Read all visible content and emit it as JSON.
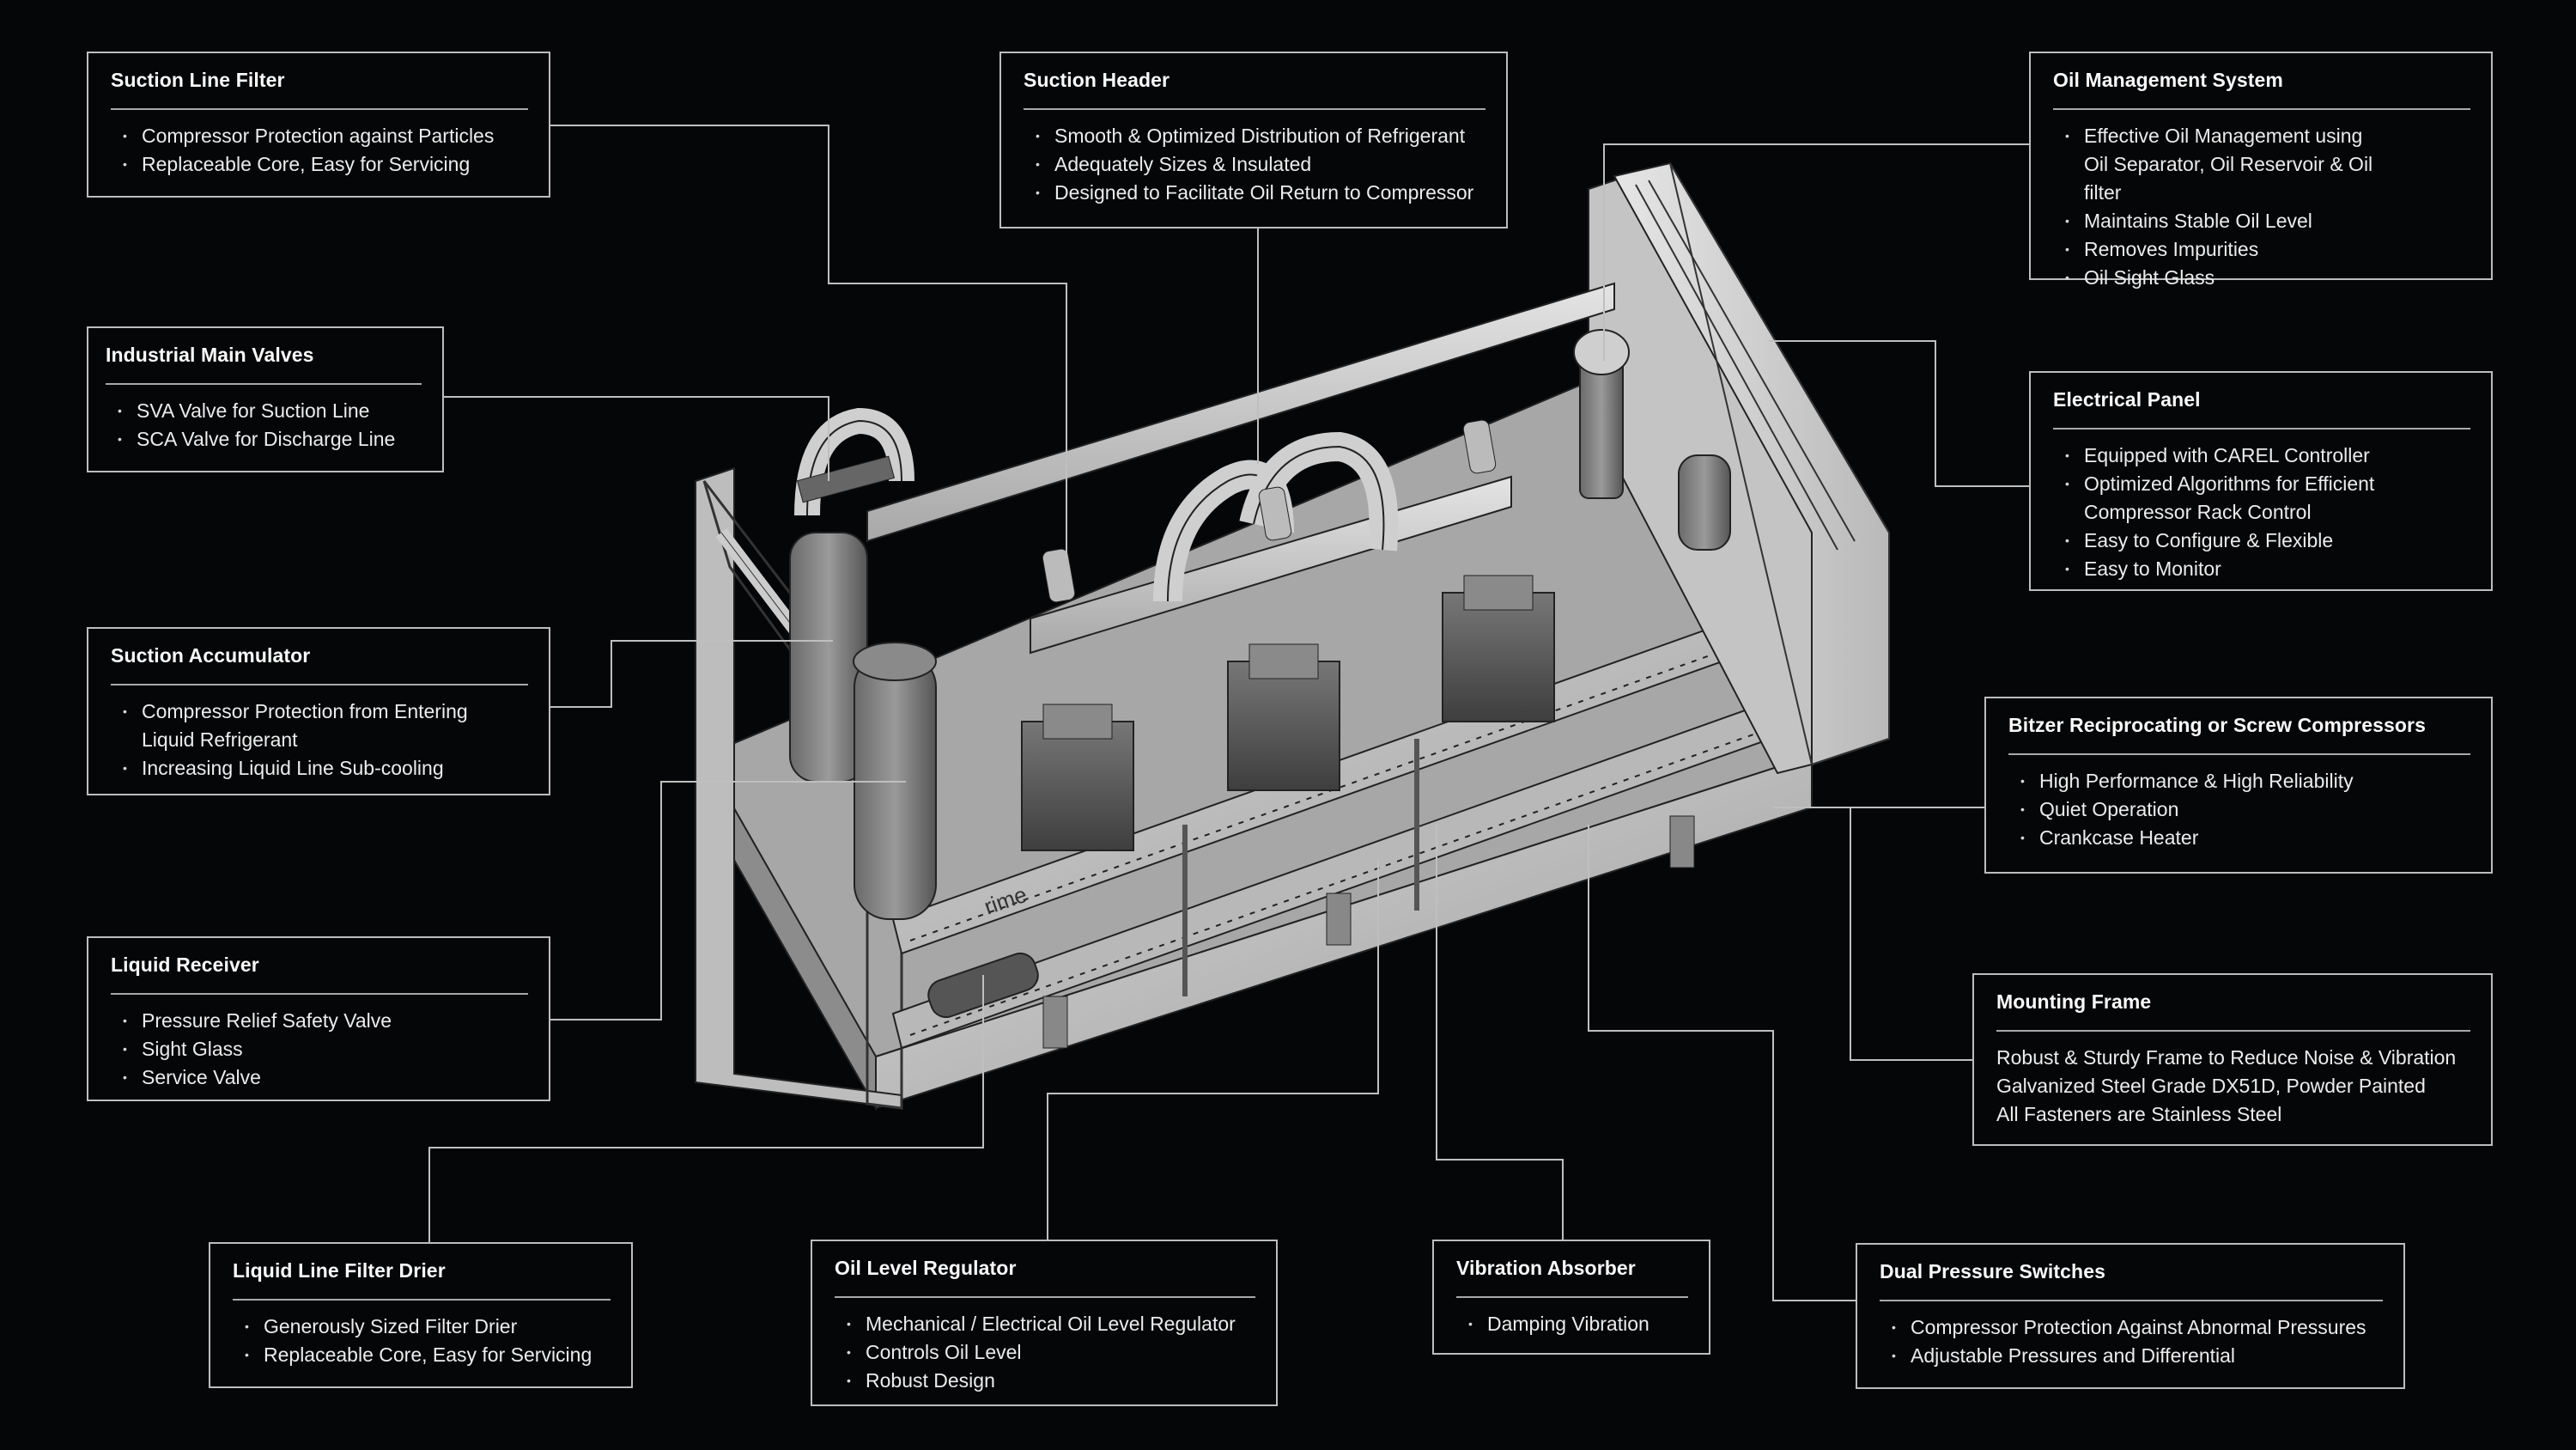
{
  "colors": {
    "background": "#050608",
    "box_border": "#bdbdbd",
    "text": "#f2f2f2",
    "machine_light": "#c9c9c9",
    "machine_dark": "#5a5a5a"
  },
  "illustration": {
    "subject": "compressor-rack-unit",
    "brand_mark": "rime"
  },
  "callouts": {
    "suction_line_filter": {
      "title": "Suction Line Filter",
      "items": [
        "Compressor Protection against Particles",
        "Replaceable Core, Easy for Servicing"
      ]
    },
    "suction_header": {
      "title": "Suction Header",
      "items": [
        "Smooth & Optimized Distribution of Refrigerant",
        "Adequately Sizes & Insulated",
        "Designed to Facilitate Oil Return to Compressor"
      ]
    },
    "oil_management_system": {
      "title": "Oil Management System",
      "items": [
        "Effective Oil Management using Oil Separator, Oil Reservoir & Oil filter",
        "Maintains Stable Oil Level",
        "Removes Impurities",
        "Oil Sight Glass"
      ]
    },
    "industrial_main_valves": {
      "title": "Industrial Main Valves",
      "items": [
        "SVA Valve for Suction Line",
        "SCA Valve for Discharge Line"
      ]
    },
    "electrical_panel": {
      "title": "Electrical Panel",
      "items": [
        "Equipped with CAREL Controller",
        "Optimized Algorithms for Efficient Compressor Rack Control",
        "Easy to Configure & Flexible",
        "Easy to Monitor"
      ]
    },
    "suction_accumulator": {
      "title": "Suction Accumulator",
      "items": [
        "Compressor Protection from Entering Liquid Refrigerant",
        "Increasing Liquid Line Sub-cooling"
      ]
    },
    "bitzer_compressors": {
      "title": "Bitzer Reciprocating or Screw Compressors",
      "items": [
        "High Performance & High Reliability",
        "Quiet Operation",
        "Crankcase Heater"
      ]
    },
    "liquid_receiver": {
      "title": "Liquid Receiver",
      "items": [
        "Pressure Relief Safety Valve",
        "Sight Glass",
        "Service Valve"
      ]
    },
    "mounting_frame": {
      "title": "Mounting Frame",
      "lines": [
        "Robust & Sturdy Frame to Reduce Noise & Vibration",
        "Galvanized Steel Grade DX51D, Powder Painted",
        "All Fasteners are Stainless Steel"
      ]
    },
    "liquid_line_filter_drier": {
      "title": "Liquid Line Filter Drier",
      "items": [
        "Generously Sized Filter Drier",
        "Replaceable Core, Easy for Servicing"
      ]
    },
    "oil_level_regulator": {
      "title": "Oil Level Regulator",
      "items": [
        "Mechanical / Electrical Oil Level Regulator",
        "Controls Oil Level",
        "Robust Design"
      ]
    },
    "vibration_absorber": {
      "title": "Vibration Absorber",
      "items": [
        "Damping Vibration"
      ]
    },
    "dual_pressure_switches": {
      "title": "Dual Pressure Switches",
      "items": [
        "Compressor Protection Against Abnormal Pressures",
        "Adjustable Pressures and Differential"
      ]
    }
  }
}
